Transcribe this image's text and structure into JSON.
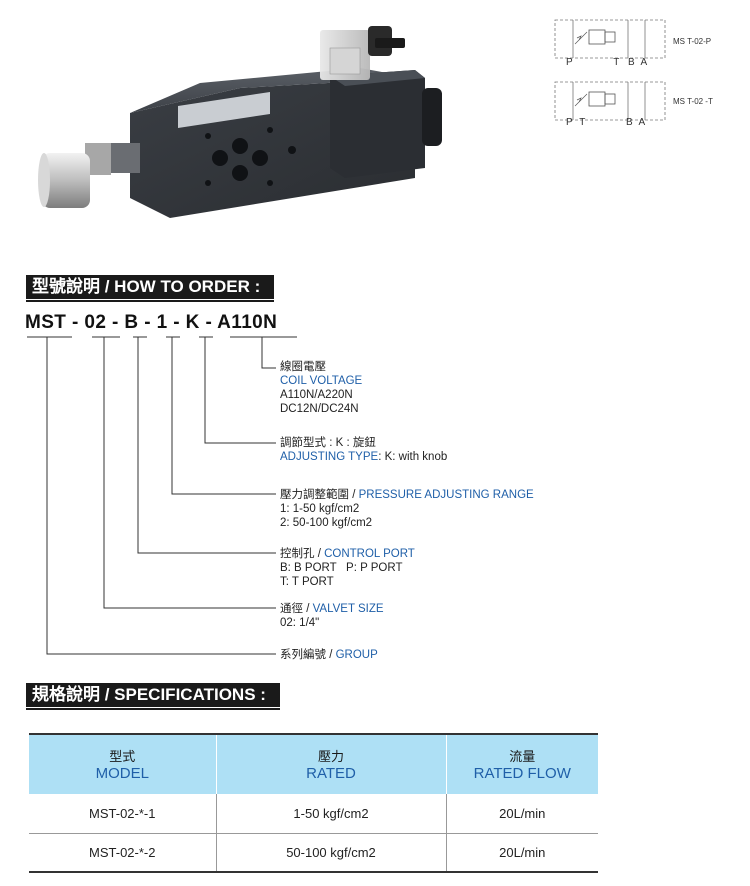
{
  "symbols": [
    {
      "label": "MS T-02-P",
      "ports": [
        "P",
        "T",
        "B",
        "A"
      ]
    },
    {
      "label": "MS T-02 -T",
      "ports": [
        "P",
        "T",
        "B",
        "A"
      ]
    }
  ],
  "order_section": {
    "header": "型號說明 / HOW TO ORDER :",
    "model_code": "MST - 02 - B - 1 - K - A110N",
    "legend": {
      "voltage": {
        "zh": "線圈電壓",
        "en": "COIL VOLTAGE",
        "lines": [
          "A110N/A220N",
          "DC12N/DC24N"
        ]
      },
      "adjust": {
        "zh": "調節型式 : K : 旋鈕",
        "en": "ADJUSTING TYPE",
        "rest": ": K: with knob"
      },
      "range": {
        "zh": "壓力調整範圍 / ",
        "en": "PRESSURE ADJUSTING RANGE",
        "lines": [
          "1: 1-50 kgf/cm2",
          "2:  50-100 kgf/cm2"
        ]
      },
      "port": {
        "zh": "控制孔 / ",
        "en": "CONTROL PORT",
        "lines": [
          "B: B PORT   P: P PORT",
          "T: T PORT"
        ]
      },
      "size": {
        "zh": "通徑 / ",
        "en": "VALVET SIZE",
        "lines": [
          "02: 1/4\""
        ]
      },
      "group": {
        "zh": "系列編號 / ",
        "en": "GROUP"
      }
    }
  },
  "spec_section": {
    "header": "規格說明 / SPECIFICATIONS :",
    "columns": [
      {
        "zh": "型式",
        "en": "MODEL"
      },
      {
        "zh": "壓力",
        "en": "RATED"
      },
      {
        "zh": "流量",
        "en": "RATED FLOW"
      }
    ],
    "rows": [
      [
        "MST-02-*-1",
        "1-50 kgf/cm2",
        "20L/min"
      ],
      [
        "MST-02-*-2",
        "50-100 kgf/cm2",
        "20L/min"
      ]
    ]
  },
  "colors": {
    "accent_blue": "#1f5fa8",
    "table_header": "#aee0f5",
    "header_bar": "#1a1a1a"
  }
}
